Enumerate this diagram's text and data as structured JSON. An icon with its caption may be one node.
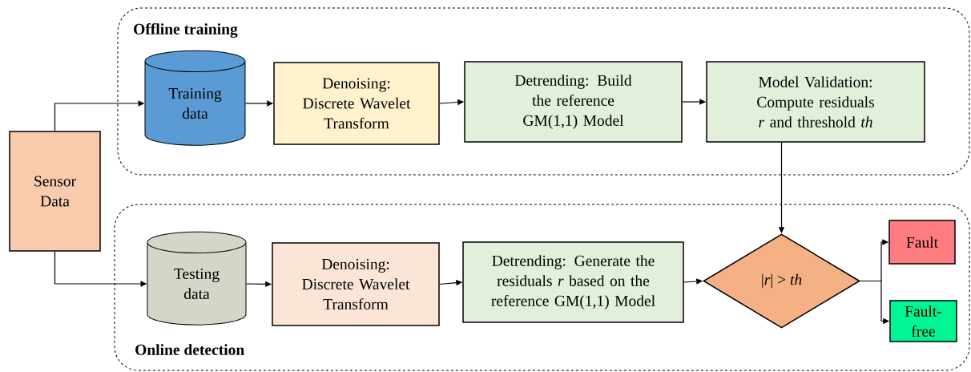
{
  "diagram": {
    "nodes": [
      {
        "text": [
          "Offline training"
        ]
      },
      {
        "text": [
          "Training data"
        ],
        "in": 0
      },
      {
        "text": [
          "Denoising: Discrete Wavelet Transform"
        ],
        "in": 0
      },
      {
        "text": [
          "Detrending: Build the reference GM(1,1) Model"
        ],
        "in": 0
      },
      {
        "text": [
          "Model Validation: Compute residuals *r* and threshold *th*"
        ],
        "in": 0
      },
      {
        "text": [
          "Sensor Data"
        ]
      },
      {
        "text": [
          "Online detection"
        ]
      },
      {
        "text": [
          "Testing data"
        ],
        "in": 6
      },
      {
        "text": [
          "Denoising: Discrete Wavelet Transform"
        ],
        "in": 6
      },
      {
        "text": [
          "Detrending: Generate the residuals *r* based on the reference GM(1,1) Model"
        ],
        "in": 6
      },
      {
        "text": [
          "|*r*| > *th*"
        ],
        "in": 6
      },
      {
        "text": [
          "Fault"
        ],
        "in": 6
      },
      {
        "text": [
          "Fault-free"
        ],
        "in": 6
      }
    ],
    "edges": [
      {
        "from": 5,
        "to": 1,
        "arrow": "to"
      },
      {
        "from": 1,
        "to": 2,
        "arrow": "to"
      },
      {
        "from": 2,
        "to": 3,
        "arrow": "to"
      },
      {
        "from": 3,
        "to": 4,
        "arrow": "to"
      },
      {
        "from": 5,
        "to": 7,
        "arrow": "to"
      },
      {
        "from": 7,
        "to": 8,
        "arrow": "to"
      },
      {
        "from": 8,
        "to": 9,
        "arrow": "to"
      },
      {
        "from": 9,
        "to": 10,
        "arrow": "to"
      },
      {
        "from": 4,
        "to": 10,
        "arrow": "to"
      },
      {
        "from": 10,
        "to": 11,
        "arrow": "to"
      },
      {
        "from": 10,
        "to": 12,
        "arrow": "to"
      }
    ]
  }
}
